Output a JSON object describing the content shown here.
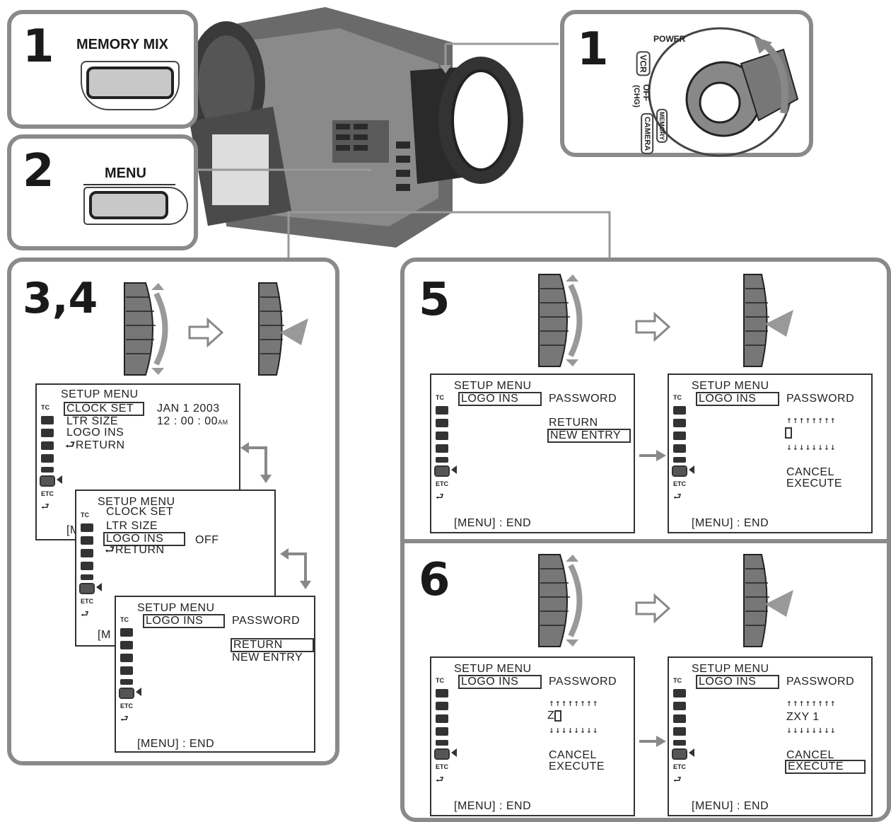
{
  "step1_left": {
    "number": "1",
    "button_label": "MEMORY MIX"
  },
  "step1_right": {
    "number": "1",
    "dial_labels": {
      "power": "POWER",
      "vcr": "VCR",
      "off": "OFF",
      "chg": "(CHG)",
      "camera": "CAMERA",
      "memory": "MEMORY"
    }
  },
  "step2": {
    "number": "2",
    "button_label": "MENU"
  },
  "step34": {
    "number": "3,4",
    "screen1": {
      "title": "SETUP MENU",
      "items": [
        "CLOCK SET",
        "LTR SIZE",
        "LOGO INS",
        "RETURN"
      ],
      "date": "JAN   1 2003",
      "time": "12 : 00 : 00",
      "ampm": "AM",
      "footer": "[M"
    },
    "screen2": {
      "title": "SETUP MENU",
      "items": [
        "CLOCK SET",
        "LTR SIZE",
        "LOGO INS",
        "RETURN"
      ],
      "value": "OFF",
      "footer": "[M"
    },
    "screen3": {
      "title": "SETUP MENU",
      "item": "LOGO INS",
      "label": "PASSWORD",
      "options": [
        "RETURN",
        "NEW ENTRY"
      ],
      "footer": "[MENU] : END"
    }
  },
  "step5": {
    "number": "5",
    "screen_a": {
      "title": "SETUP MENU",
      "item": "LOGO INS",
      "label": "PASSWORD",
      "options": [
        "RETURN",
        "NEW ENTRY"
      ],
      "footer": "[MENU] : END"
    },
    "screen_b": {
      "title": "SETUP MENU",
      "item": "LOGO INS",
      "label": "PASSWORD",
      "up_arrows": "↑↑↑↑↑↑↑↑",
      "down_arrows": "↓↓↓↓↓↓↓↓",
      "options": [
        "CANCEL",
        "EXECUTE"
      ],
      "footer": "[MENU] : END"
    }
  },
  "step6": {
    "number": "6",
    "screen_a": {
      "title": "SETUP MENU",
      "item": "LOGO INS",
      "label": "PASSWORD",
      "up_arrows": "↑↑↑↑↑↑↑↑",
      "entry": "Z",
      "down_arrows": "↓↓↓↓↓↓↓↓",
      "options": [
        "CANCEL",
        "EXECUTE"
      ],
      "footer": "[MENU] : END"
    },
    "screen_b": {
      "title": "SETUP MENU",
      "item": "LOGO INS",
      "label": "PASSWORD",
      "up_arrows": "↑↑↑↑↑↑↑↑",
      "entry": "ZXY  1",
      "down_arrows": "↓↓↓↓↓↓↓↓",
      "options": [
        "CANCEL",
        "EXECUTE"
      ],
      "footer": "[MENU] : END"
    }
  },
  "icon_labels": {
    "tc": "TC",
    "etc": "ETC",
    "return": "⮐"
  }
}
